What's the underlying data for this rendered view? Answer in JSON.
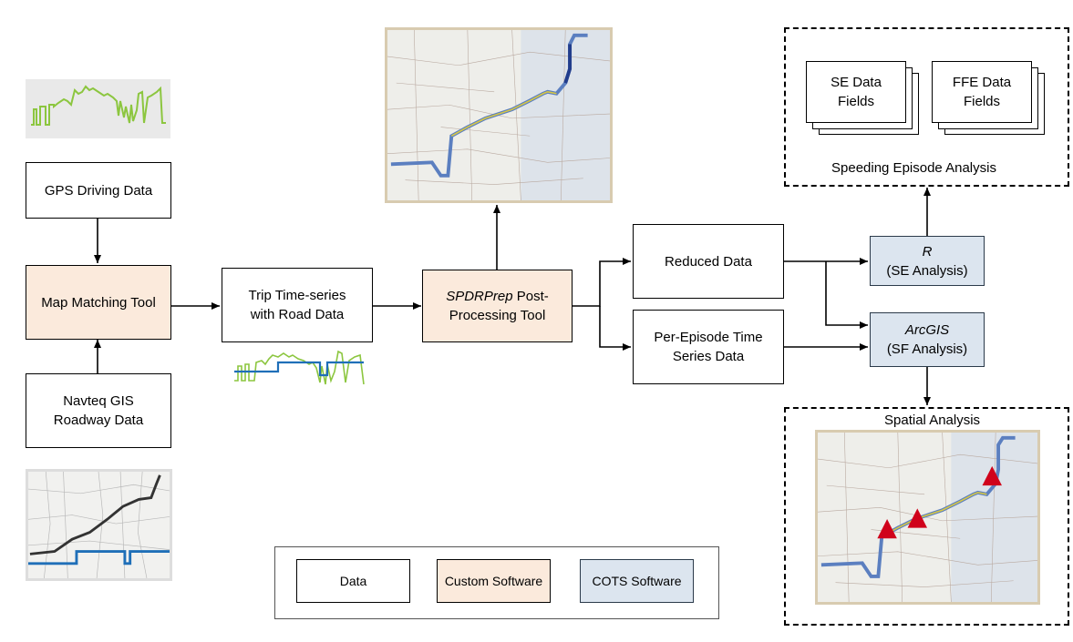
{
  "nodes": {
    "gps": "GPS Driving Data",
    "map_matching": "Map Matching Tool",
    "navteq": [
      "Navteq GIS",
      "Roadway Data"
    ],
    "trip": [
      "Trip Time-series",
      "with Road Data"
    ],
    "spdrprep": {
      "italic": "SPDRPrep",
      "rest": " Post-",
      "line2": "Processing Tool"
    },
    "reduced": "Reduced Data",
    "per_episode": [
      "Per-Episode Time",
      "Series Data"
    ],
    "r": {
      "italic": "R",
      "sub": "(SE Analysis)"
    },
    "arcgis": {
      "italic": "ArcGIS",
      "sub": "(SF Analysis)"
    },
    "se_fields": [
      "SE Data",
      "Fields"
    ],
    "ffe_fields": [
      "FFE Data",
      "Fields"
    ]
  },
  "groups": {
    "speeding": "Speeding Episode Analysis",
    "spatial": "Spatial Analysis"
  },
  "legend": {
    "data": "Data",
    "custom": "Custom Software",
    "cots": "COTS Software"
  },
  "colors": {
    "custom_fill": "#fbeadc",
    "cots_fill": "#dce5ef",
    "speed_trace": "#8cc63f",
    "road_trace": "#1f6fb8",
    "marker": "#d0021b"
  }
}
